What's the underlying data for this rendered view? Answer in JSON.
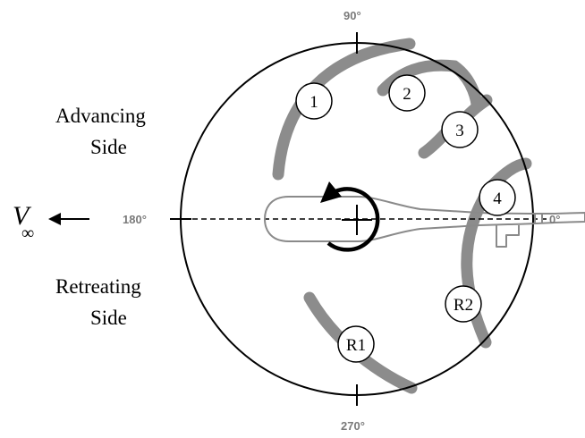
{
  "labels": {
    "advancing_line1": "Advancing",
    "advancing_line2": "Side",
    "retreating_line1": "Retreating",
    "retreating_line2": "Side",
    "deg_90": "90°",
    "deg_180": "180°",
    "deg_270": "270°",
    "deg_0": "0°",
    "velocity_symbol": "V",
    "velocity_subscript": "∞"
  },
  "markers": [
    {
      "id": "1",
      "label": "1"
    },
    {
      "id": "2",
      "label": "2"
    },
    {
      "id": "3",
      "label": "3"
    },
    {
      "id": "4",
      "label": "4"
    },
    {
      "id": "R1",
      "label": "R1"
    },
    {
      "id": "R2",
      "label": "R2"
    }
  ],
  "colors": {
    "vortex_trace": "#8c8c8c",
    "fuselage_outline": "#8a8a8a",
    "degree_text": "#7a7a7a",
    "rotor_disk": "#000000"
  },
  "icons": {
    "rotation": "counterclockwise-rotation-arrow-icon",
    "freestream": "left-arrow-icon"
  }
}
